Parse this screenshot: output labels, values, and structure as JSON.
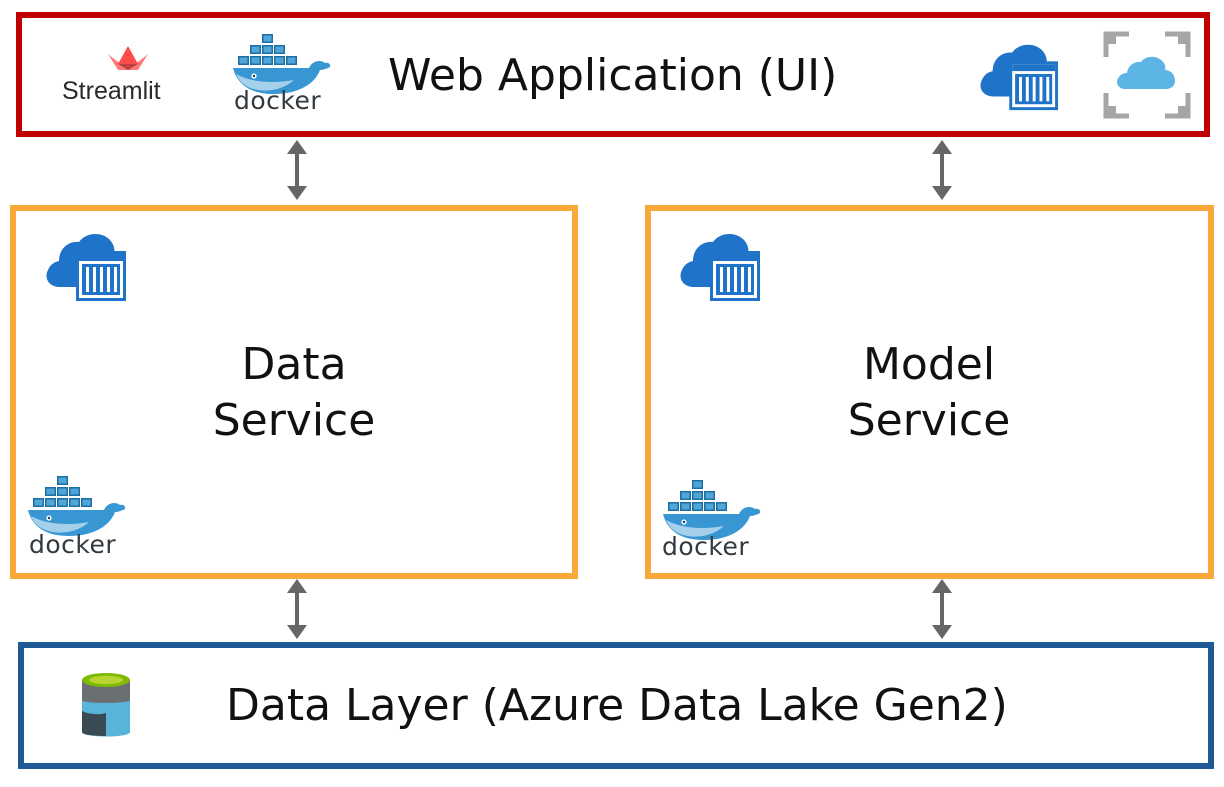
{
  "web_app": {
    "title": "Web Application (UI)"
  },
  "logos": {
    "streamlit": "Streamlit",
    "docker": "docker"
  },
  "data_service": {
    "line1": "Data",
    "line2": "Service"
  },
  "model_service": {
    "line1": "Model",
    "line2": "Service"
  },
  "data_layer": {
    "title": "Data Layer (Azure Data Lake Gen2)"
  },
  "colors": {
    "web_border": "#c00000",
    "service_border": "#f8a93a",
    "layer_border": "#1f5a96",
    "arrow": "#666666",
    "azure_blue": "#1f73c8",
    "docker_blue": "#3897d3"
  },
  "icons": [
    "streamlit-logo",
    "docker-logo",
    "azure-container-registry-icon",
    "azure-app-service-icon",
    "azure-data-lake-icon",
    "double-arrow-icon"
  ]
}
